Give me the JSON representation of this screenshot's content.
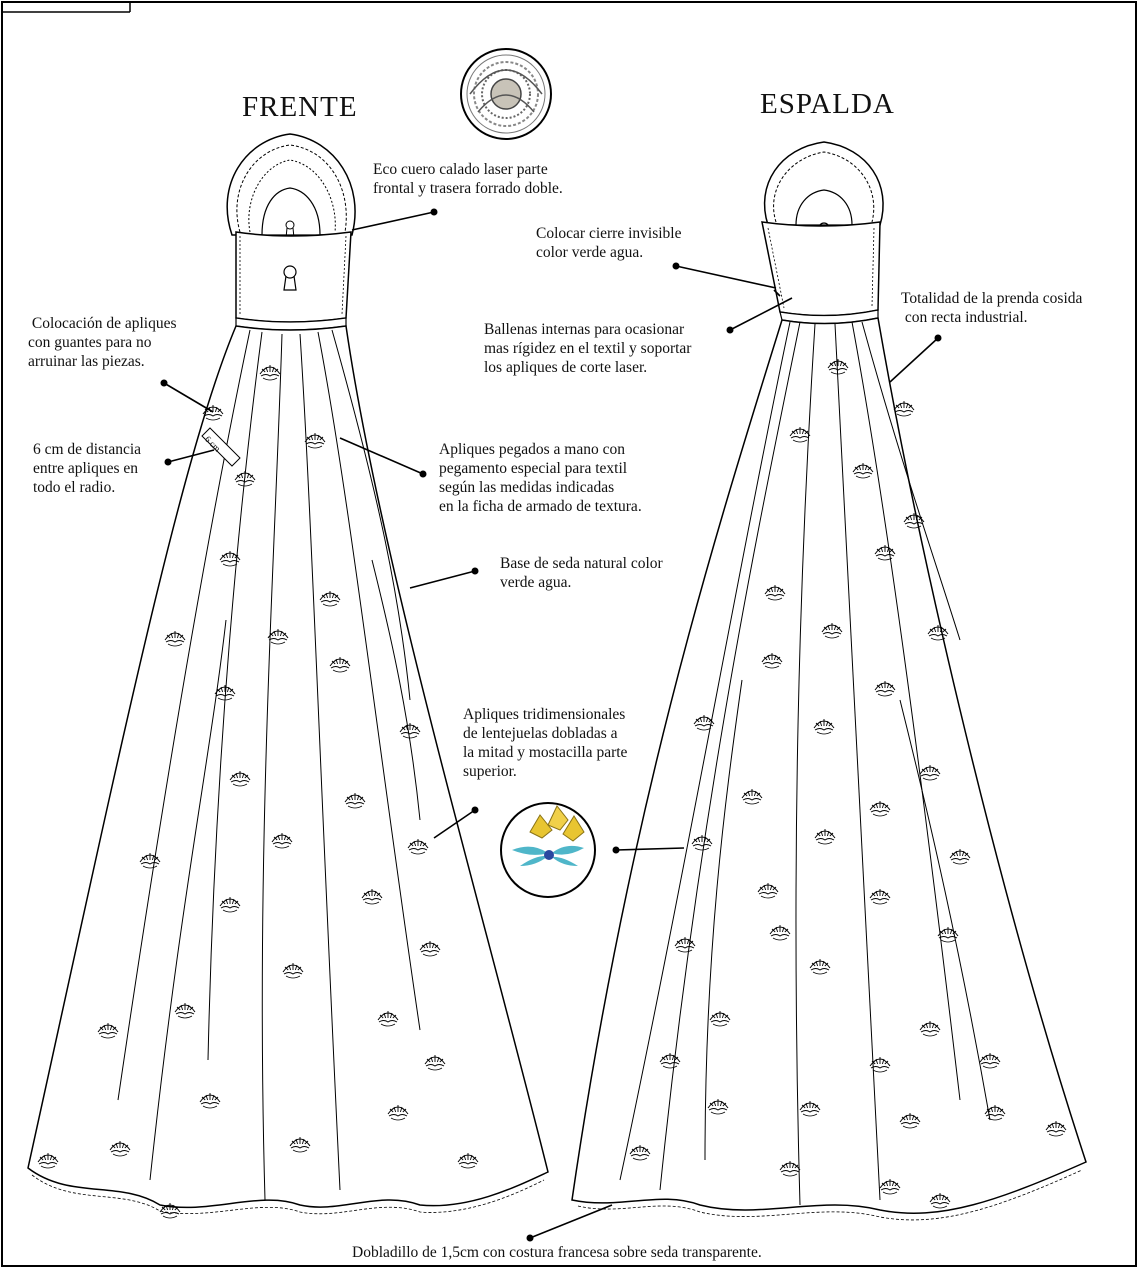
{
  "titles": {
    "front": "FRENTE",
    "back": "ESPALDA"
  },
  "notes": {
    "eco_cuero": "Eco cuero calado laser parte\nfrontal y trasera forrado doble.",
    "cierre": "Colocar cierre invisible\ncolor verde agua.",
    "totalidad": "Totalidad de la prenda cosida\n con recta industrial.",
    "colocacion": " Colocación de apliques\ncon guantes para no\narruinar las piezas.",
    "ballenas": "Ballenas internas para ocasionar\nmas rígidez en el textil y soportar\nlos apliques de corte laser.",
    "distancia": "6 cm de distancia\nentre apliques en\ntodo el radio.",
    "pegados": "Apliques pegados a mano con\npegamento especial para textil\nsegún las medidas indicadas\nen la ficha de armado de textura.",
    "base": "Base de seda natural color\nverde agua.",
    "tridimensionales": "Apliques tridimensionales\nde lentejuelas dobladas a\nla mitad y mostacilla parte\nsuperior.",
    "dobladillo": "Dobladillo de 1,5cm con costura francesa sobre seda transparente."
  },
  "measure_label": "6 cm",
  "colors": {
    "sequin_yellow": "#e8c531",
    "bead_teal": "#4fb6c9",
    "bead_blue": "#2a47a0",
    "line": "#000000"
  }
}
